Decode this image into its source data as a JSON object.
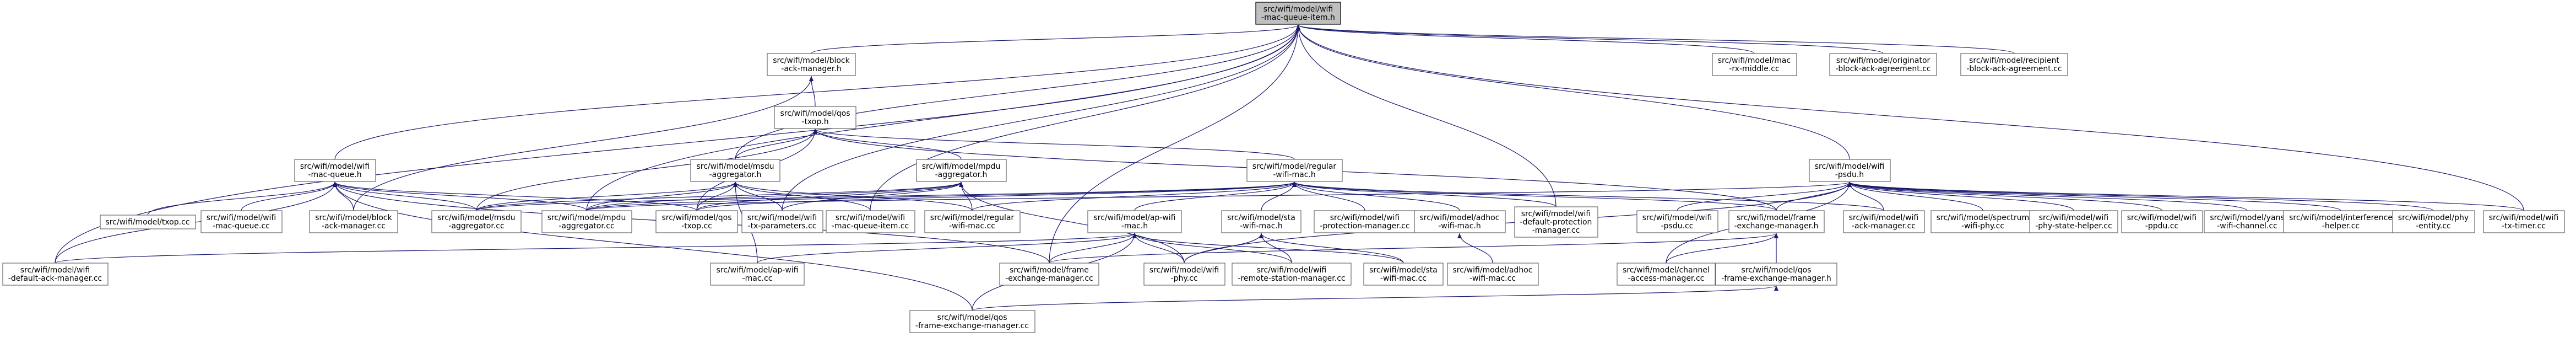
{
  "colors": {
    "edge": "#191970",
    "root_fill": "#bfbfbf",
    "node_fill": "#ffffff",
    "node_border": "#666666"
  },
  "nodes": {
    "root": [
      "src/wifi/model/wifi",
      "-mac-queue-item.h"
    ],
    "block_ack_manager_h": [
      "src/wifi/model/block",
      "-ack-manager.h"
    ],
    "mac_rx_middle_cc": [
      "src/wifi/model/mac",
      "-rx-middle.cc"
    ],
    "originator_cc": [
      "src/wifi/model/originator",
      "-block-ack-agreement.cc"
    ],
    "recipient_cc": [
      "src/wifi/model/recipient",
      "-block-ack-agreement.cc"
    ],
    "qos_txop_h": [
      "src/wifi/model/qos",
      "-txop.h"
    ],
    "mac_queue_h": [
      "src/wifi/model/wifi",
      "-mac-queue.h"
    ],
    "msdu_aggregator_h": [
      "src/wifi/model/msdu",
      "-aggregator.h"
    ],
    "mpdu_aggregator_h": [
      "src/wifi/model/mpdu",
      "-aggregator.h"
    ],
    "regular_mac_h": [
      "src/wifi/model/regular",
      "-wifi-mac.h"
    ],
    "psdu_h": [
      "src/wifi/model/wifi",
      "-psdu.h"
    ],
    "txop_cc": [
      "src/wifi/model/txop.cc"
    ],
    "mac_queue_cc": [
      "src/wifi/model/wifi",
      "-mac-queue.cc"
    ],
    "block_ack_manager_cc": [
      "src/wifi/model/block",
      "-ack-manager.cc"
    ],
    "msdu_aggregator_cc": [
      "src/wifi/model/msdu",
      "-aggregator.cc"
    ],
    "mpdu_aggregator_cc": [
      "src/wifi/model/mpdu",
      "-aggregator.cc"
    ],
    "qos_txop_cc": [
      "src/wifi/model/qos",
      "-txop.cc"
    ],
    "tx_parameters_cc": [
      "src/wifi/model/wifi",
      "-tx-parameters.cc"
    ],
    "mac_queue_item_cc": [
      "src/wifi/model/wifi",
      "-mac-queue-item.cc"
    ],
    "regular_mac_cc": [
      "src/wifi/model/regular",
      "-wifi-mac.cc"
    ],
    "ap_mac_h": [
      "src/wifi/model/ap-wifi",
      "-mac.h"
    ],
    "sta_mac_h": [
      "src/wifi/model/sta",
      "-wifi-mac.h"
    ],
    "protection_manager_cc": [
      "src/wifi/model/wifi",
      "-protection-manager.cc"
    ],
    "adhoc_mac_h": [
      "src/wifi/model/adhoc",
      "-wifi-mac.h"
    ],
    "default_protection_cc": [
      "src/wifi/model/wifi",
      "-default-protection",
      "-manager.cc"
    ],
    "psdu_cc": [
      "src/wifi/model/wifi",
      "-psdu.cc"
    ],
    "frame_exchange_h": [
      "src/wifi/model/frame",
      "-exchange-manager.h"
    ],
    "ack_manager_cc": [
      "src/wifi/model/wifi",
      "-ack-manager.cc"
    ],
    "spectrum_phy_cc": [
      "src/wifi/model/spectrum",
      "-wifi-phy.cc"
    ],
    "phy_state_helper_cc": [
      "src/wifi/model/wifi",
      "-phy-state-helper.cc"
    ],
    "ppdu_cc": [
      "src/wifi/model/wifi",
      "-ppdu.cc"
    ],
    "yans_channel_cc": [
      "src/wifi/model/yans",
      "-wifi-channel.cc"
    ],
    "interference_helper_cc": [
      "src/wifi/model/interference",
      "-helper.cc"
    ],
    "phy_entity_cc": [
      "src/wifi/model/phy",
      "-entity.cc"
    ],
    "tx_timer_cc": [
      "src/wifi/model/wifi",
      "-tx-timer.cc"
    ],
    "default_ack_manager_cc": [
      "src/wifi/model/wifi",
      "-default-ack-manager.cc"
    ],
    "ap_mac_cc": [
      "src/wifi/model/ap-wifi",
      "-mac.cc"
    ],
    "frame_exchange_cc": [
      "src/wifi/model/frame",
      "-exchange-manager.cc"
    ],
    "phy_cc": [
      "src/wifi/model/wifi",
      "-phy.cc"
    ],
    "remote_station_cc": [
      "src/wifi/model/wifi",
      "-remote-station-manager.cc"
    ],
    "sta_mac_cc": [
      "src/wifi/model/sta",
      "-wifi-mac.cc"
    ],
    "adhoc_mac_cc": [
      "src/wifi/model/adhoc",
      "-wifi-mac.cc"
    ],
    "channel_access_cc": [
      "src/wifi/model/channel",
      "-access-manager.cc"
    ],
    "qos_frame_exchange_h": [
      "src/wifi/model/qos",
      "-frame-exchange-manager.h"
    ],
    "qos_frame_exchange_cc": [
      "src/wifi/model/qos",
      "-frame-exchange-manager.cc"
    ]
  },
  "edges": [
    [
      "block_ack_manager_h",
      "root"
    ],
    [
      "mac_rx_middle_cc",
      "root"
    ],
    [
      "originator_cc",
      "root"
    ],
    [
      "recipient_cc",
      "root"
    ],
    [
      "qos_txop_h",
      "block_ack_manager_h"
    ],
    [
      "block_ack_manager_cc",
      "block_ack_manager_h"
    ],
    [
      "mac_queue_h",
      "root"
    ],
    [
      "msdu_aggregator_h",
      "root"
    ],
    [
      "psdu_h",
      "root"
    ],
    [
      "mpdu_aggregator_cc",
      "root"
    ],
    [
      "mac_queue_item_cc",
      "root"
    ],
    [
      "default_protection_cc",
      "root"
    ],
    [
      "default_ack_manager_cc",
      "root"
    ],
    [
      "tx_timer_cc",
      "root"
    ],
    [
      "tx_parameters_cc",
      "root"
    ],
    [
      "frame_exchange_cc",
      "root"
    ],
    [
      "msdu_aggregator_h",
      "qos_txop_h"
    ],
    [
      "mpdu_aggregator_h",
      "qos_txop_h"
    ],
    [
      "regular_mac_h",
      "qos_txop_h"
    ],
    [
      "qos_txop_cc",
      "qos_txop_h"
    ],
    [
      "frame_exchange_h",
      "qos_txop_h"
    ],
    [
      "msdu_aggregator_cc",
      "qos_txop_h"
    ],
    [
      "txop_cc",
      "mac_queue_h"
    ],
    [
      "mac_queue_cc",
      "mac_queue_h"
    ],
    [
      "block_ack_manager_cc",
      "mac_queue_h"
    ],
    [
      "msdu_aggregator_cc",
      "mac_queue_h"
    ],
    [
      "mpdu_aggregator_cc",
      "mac_queue_h"
    ],
    [
      "qos_txop_cc",
      "mac_queue_h"
    ],
    [
      "default_ack_manager_cc",
      "mac_queue_h"
    ],
    [
      "frame_exchange_cc",
      "mac_queue_h"
    ],
    [
      "qos_frame_exchange_cc",
      "mac_queue_h"
    ],
    [
      "msdu_aggregator_cc",
      "msdu_aggregator_h"
    ],
    [
      "mpdu_aggregator_cc",
      "msdu_aggregator_h"
    ],
    [
      "qos_txop_cc",
      "msdu_aggregator_h"
    ],
    [
      "tx_parameters_cc",
      "msdu_aggregator_h"
    ],
    [
      "mac_queue_item_cc",
      "msdu_aggregator_h"
    ],
    [
      "regular_mac_cc",
      "msdu_aggregator_h"
    ],
    [
      "ap_mac_cc",
      "msdu_aggregator_h"
    ],
    [
      "msdu_aggregator_cc",
      "mpdu_aggregator_h"
    ],
    [
      "mpdu_aggregator_cc",
      "mpdu_aggregator_h"
    ],
    [
      "qos_txop_cc",
      "mpdu_aggregator_h"
    ],
    [
      "tx_parameters_cc",
      "mpdu_aggregator_h"
    ],
    [
      "regular_mac_cc",
      "mpdu_aggregator_h"
    ],
    [
      "phy_cc",
      "mpdu_aggregator_h"
    ],
    [
      "ap_mac_h",
      "regular_mac_h"
    ],
    [
      "sta_mac_h",
      "regular_mac_h"
    ],
    [
      "protection_manager_cc",
      "regular_mac_h"
    ],
    [
      "adhoc_mac_h",
      "regular_mac_h"
    ],
    [
      "default_protection_cc",
      "regular_mac_h"
    ],
    [
      "msdu_aggregator_cc",
      "regular_mac_h"
    ],
    [
      "mpdu_aggregator_cc",
      "regular_mac_h"
    ],
    [
      "qos_txop_cc",
      "regular_mac_h"
    ],
    [
      "regular_mac_cc",
      "regular_mac_h"
    ],
    [
      "frame_exchange_h",
      "regular_mac_h"
    ],
    [
      "ack_manager_cc",
      "regular_mac_h"
    ],
    [
      "ap_mac_cc",
      "ap_mac_h"
    ],
    [
      "frame_exchange_cc",
      "ap_mac_h"
    ],
    [
      "phy_cc",
      "ap_mac_h"
    ],
    [
      "remote_station_cc",
      "ap_mac_h"
    ],
    [
      "qos_frame_exchange_cc",
      "ap_mac_h"
    ],
    [
      "sta_mac_cc",
      "ap_mac_h"
    ],
    [
      "default_ack_manager_cc",
      "ap_mac_h"
    ],
    [
      "sta_mac_cc",
      "sta_mac_h"
    ],
    [
      "phy_cc",
      "sta_mac_h"
    ],
    [
      "remote_station_cc",
      "sta_mac_h"
    ],
    [
      "adhoc_mac_cc",
      "adhoc_mac_h"
    ],
    [
      "psdu_cc",
      "psdu_h"
    ],
    [
      "frame_exchange_h",
      "psdu_h"
    ],
    [
      "ack_manager_cc",
      "psdu_h"
    ],
    [
      "spectrum_phy_cc",
      "psdu_h"
    ],
    [
      "phy_state_helper_cc",
      "psdu_h"
    ],
    [
      "ppdu_cc",
      "psdu_h"
    ],
    [
      "yans_channel_cc",
      "psdu_h"
    ],
    [
      "interference_helper_cc",
      "psdu_h"
    ],
    [
      "phy_entity_cc",
      "psdu_h"
    ],
    [
      "tx_timer_cc",
      "psdu_h"
    ],
    [
      "mpdu_aggregator_cc",
      "psdu_h"
    ],
    [
      "phy_cc",
      "psdu_h"
    ],
    [
      "channel_access_cc",
      "psdu_h"
    ],
    [
      "frame_exchange_cc",
      "frame_exchange_h"
    ],
    [
      "channel_access_cc",
      "frame_exchange_h"
    ],
    [
      "qos_frame_exchange_h",
      "frame_exchange_h"
    ],
    [
      "qos_frame_exchange_cc",
      "qos_frame_exchange_h"
    ]
  ]
}
